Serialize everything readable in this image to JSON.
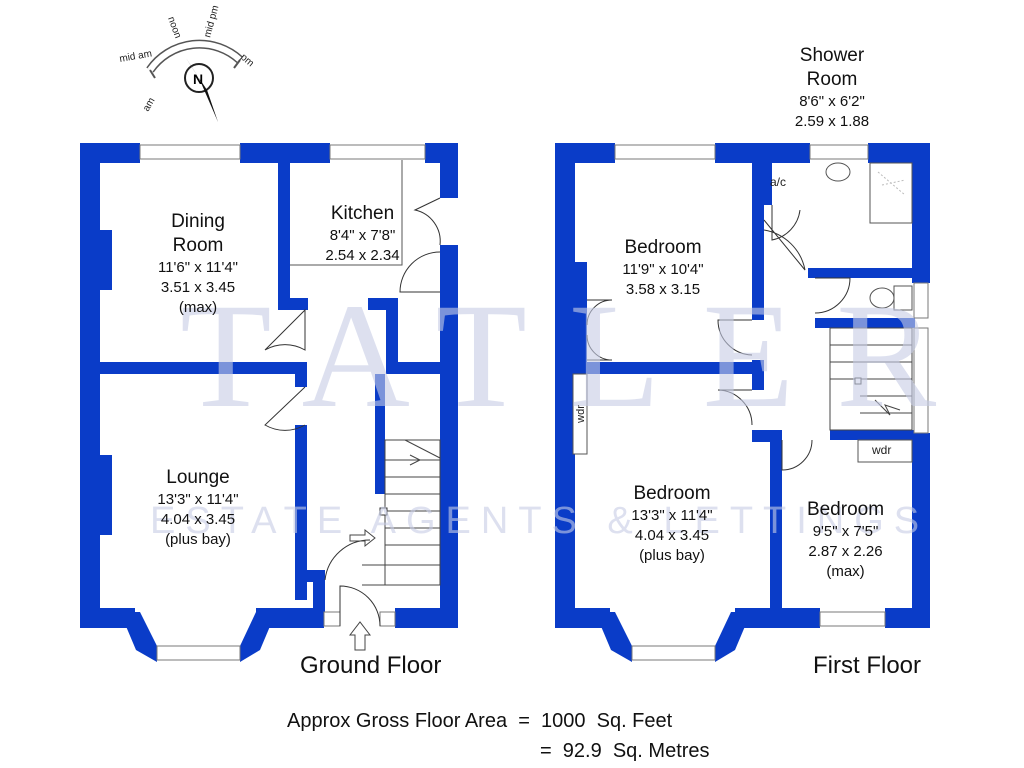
{
  "compass": {
    "north": "N",
    "labels": [
      "am",
      "mid am",
      "noon",
      "mid pm",
      "pm"
    ]
  },
  "watermark": {
    "main": "TATLER",
    "sub": "ESTATE AGENTS & LETTINGS"
  },
  "ground_floor": {
    "label": "Ground Floor",
    "rooms": [
      {
        "name": "Dining\nRoom",
        "imperial": "11'6\" x 11'4\"",
        "metric": "3.51 x 3.45",
        "note": "(max)"
      },
      {
        "name": "Kitchen",
        "imperial": "8'4\" x 7'8\"",
        "metric": "2.54 x 2.34",
        "note": ""
      },
      {
        "name": "Lounge",
        "imperial": "13'3\" x 11'4\"",
        "metric": "4.04 x 3.45",
        "note": "(plus bay)"
      }
    ]
  },
  "first_floor": {
    "label": "First Floor",
    "rooms": [
      {
        "name": "Shower\nRoom",
        "imperial": "8'6\" x 6'2\"",
        "metric": "2.59 x 1.88",
        "note": ""
      },
      {
        "name": "Bedroom",
        "imperial": "11'9\" x 10'4\"",
        "metric": "3.58 x 3.15",
        "note": ""
      },
      {
        "name": "Bedroom",
        "imperial": "13'3\" x 11'4\"",
        "metric": "4.04 x 3.45",
        "note": "(plus bay)"
      },
      {
        "name": "Bedroom",
        "imperial": "9'5\" x 7'5\"",
        "metric": "2.87 x 2.26",
        "note": "(max)"
      }
    ],
    "small_labels": [
      "a/c",
      "wdr",
      "wdr"
    ]
  },
  "area": {
    "line1": "Approx Gross Floor Area  =  1000  Sq. Feet",
    "line2": "=  92.9  Sq. Metres"
  },
  "colors": {
    "wall": "#0a3cc8",
    "watermark": "#c7cde6"
  }
}
